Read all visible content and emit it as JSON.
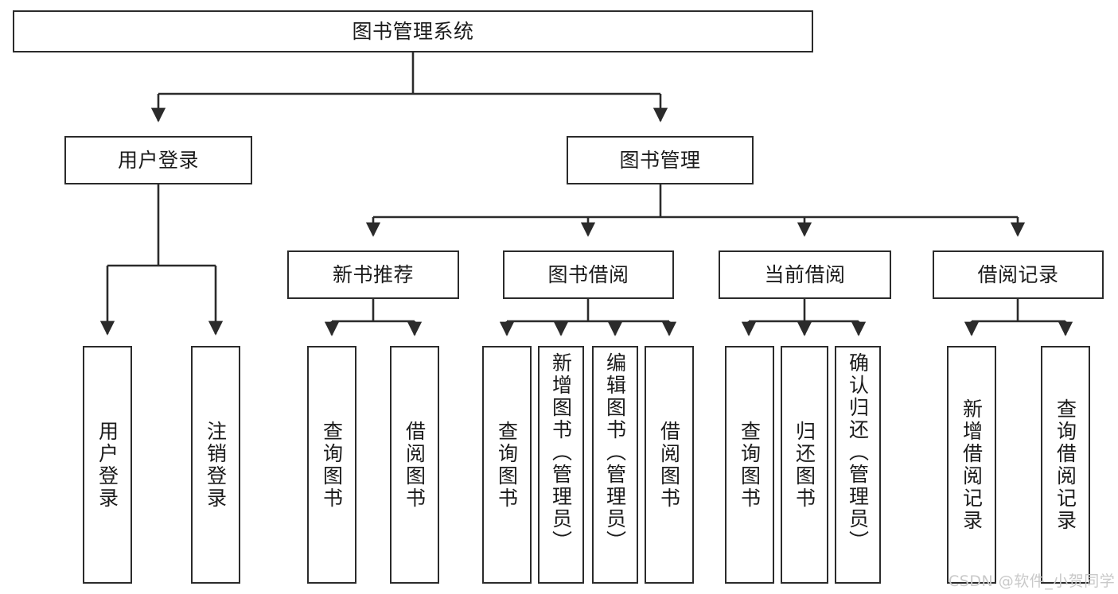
{
  "diagram": {
    "type": "tree-hierarchy",
    "title": "图书管理系统",
    "watermark": "CSDN @软件_小贺同学",
    "colors": {
      "box_border": "#2b2b2b",
      "box_fill": "#ffffff",
      "connector": "#2b2b2b",
      "text": "#1b1b1b",
      "watermark": "#c9c9c9",
      "background": "#ffffff"
    },
    "root": {
      "label": "图书管理系统"
    },
    "level2": [
      {
        "label": "用户登录"
      },
      {
        "label": "图书管理"
      }
    ],
    "level3": [
      {
        "label": "新书推荐"
      },
      {
        "label": "图书借阅"
      },
      {
        "label": "当前借阅"
      },
      {
        "label": "借阅记录"
      }
    ],
    "leaves": {
      "user_login": [
        {
          "label": "用户登录"
        },
        {
          "label": "注销登录"
        }
      ],
      "new_books": [
        {
          "label": "查询图书"
        },
        {
          "label": "借阅图书"
        }
      ],
      "book_borrow": [
        {
          "label": "查询图书"
        },
        {
          "label": "新增图书（管理员）"
        },
        {
          "label": "编辑图书（管理员）"
        },
        {
          "label": "借阅图书"
        }
      ],
      "current_borrow": [
        {
          "label": "查询图书"
        },
        {
          "label": "归还图书"
        },
        {
          "label": "确认归还（管理员）"
        }
      ],
      "borrow_records": [
        {
          "label": "新增借阅记录"
        },
        {
          "label": "查询借阅记录"
        }
      ]
    }
  }
}
